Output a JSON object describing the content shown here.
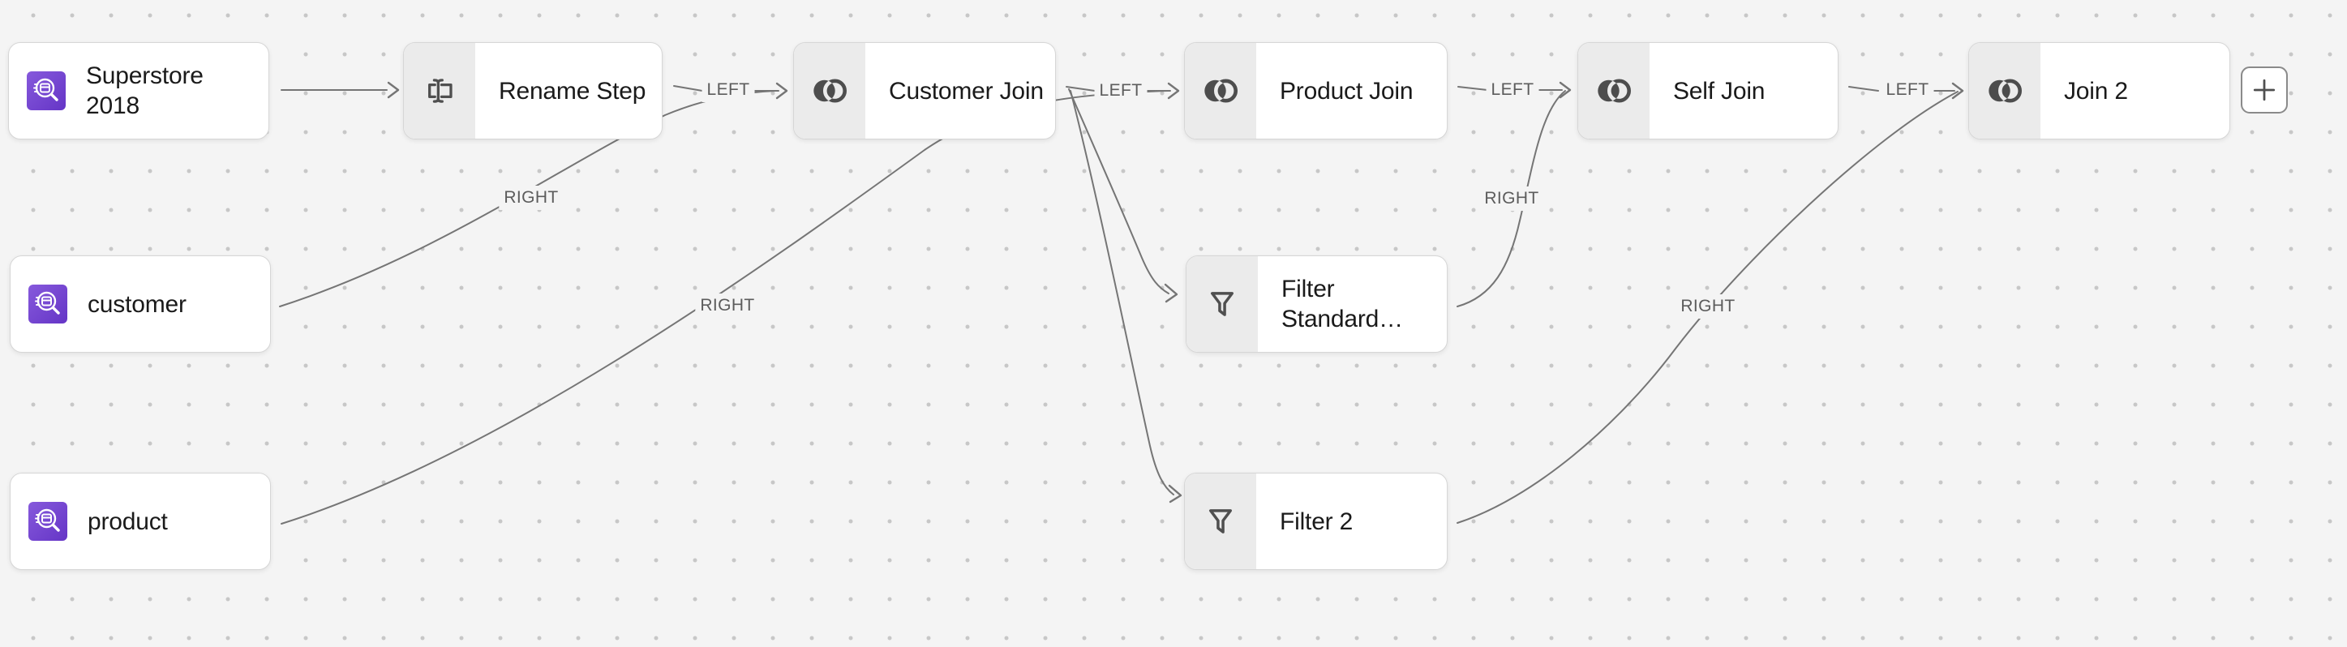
{
  "canvas": {
    "background_color": "#f4f4f4",
    "dot_color": "#c7c7c7",
    "edge_color": "#757575",
    "accent_purple": "#6535c6"
  },
  "nodes": [
    {
      "id": "superstore-2018",
      "label": "Superstore 2018",
      "type": "dataset",
      "icon": "dataset-search-icon"
    },
    {
      "id": "rename-step",
      "label": "Rename Step",
      "type": "transform",
      "icon": "rename-icon"
    },
    {
      "id": "customer-join",
      "label": "Customer Join",
      "type": "join",
      "icon": "join-icon"
    },
    {
      "id": "product-join",
      "label": "Product Join",
      "type": "join",
      "icon": "join-icon"
    },
    {
      "id": "self-join",
      "label": "Self Join",
      "type": "join",
      "icon": "join-icon"
    },
    {
      "id": "join-2",
      "label": "Join 2",
      "type": "join",
      "icon": "join-icon"
    },
    {
      "id": "customer",
      "label": "customer",
      "type": "dataset",
      "icon": "dataset-search-icon"
    },
    {
      "id": "filter-standard",
      "label": "Filter Standard…",
      "type": "filter",
      "icon": "filter-icon"
    },
    {
      "id": "filter-2",
      "label": "Filter 2",
      "type": "filter",
      "icon": "filter-icon"
    },
    {
      "id": "product",
      "label": "product",
      "type": "dataset",
      "icon": "dataset-search-icon"
    }
  ],
  "edges": [
    {
      "from": "superstore-2018",
      "to": "rename-step",
      "label": ""
    },
    {
      "from": "rename-step",
      "to": "customer-join",
      "label": "LEFT"
    },
    {
      "from": "customer",
      "to": "customer-join",
      "label": "RIGHT"
    },
    {
      "from": "customer-join",
      "to": "product-join",
      "label": "LEFT"
    },
    {
      "from": "product",
      "to": "product-join",
      "label": "RIGHT"
    },
    {
      "from": "customer-join",
      "to": "filter-standard",
      "label": ""
    },
    {
      "from": "customer-join",
      "to": "filter-2",
      "label": ""
    },
    {
      "from": "product-join",
      "to": "self-join",
      "label": "LEFT"
    },
    {
      "from": "filter-standard",
      "to": "self-join",
      "label": "RIGHT"
    },
    {
      "from": "self-join",
      "to": "join-2",
      "label": "LEFT"
    },
    {
      "from": "filter-2",
      "to": "join-2",
      "label": "RIGHT"
    }
  ],
  "add_button": {
    "icon": "plus-icon"
  }
}
